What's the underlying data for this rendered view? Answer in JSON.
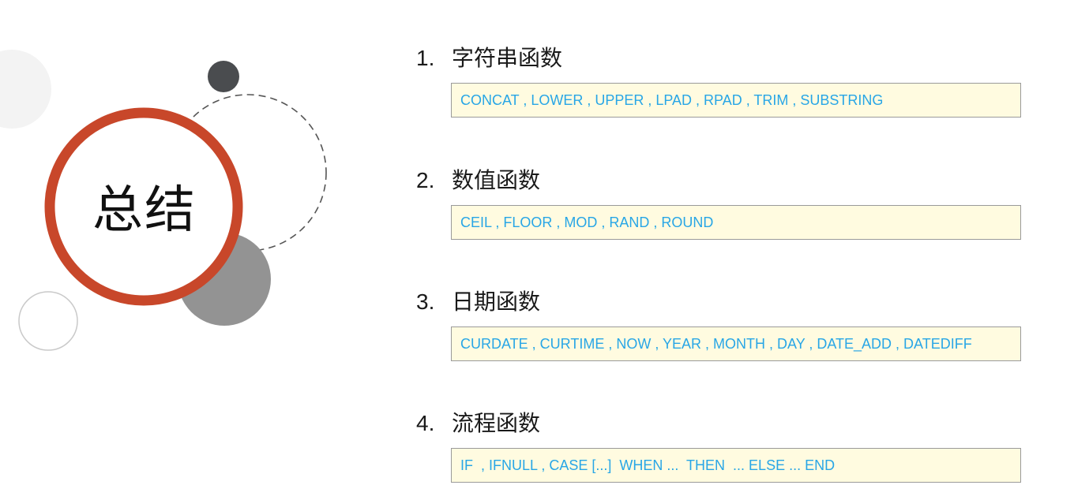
{
  "title": "总结",
  "sections": [
    {
      "number": "1.",
      "heading": "字符串函数",
      "functions": "CONCAT , LOWER , UPPER , LPAD , RPAD , TRIM , SUBSTRING"
    },
    {
      "number": "2.",
      "heading": "数值函数",
      "functions": "CEIL , FLOOR , MOD , RAND , ROUND"
    },
    {
      "number": "3.",
      "heading": "日期函数",
      "functions": "CURDATE , CURTIME , NOW , YEAR , MONTH , DAY , DATE_ADD , DATEDIFF"
    },
    {
      "number": "4.",
      "heading": "流程函数",
      "functions": "IF  , IFNULL , CASE [...]  WHEN ...  THEN  ... ELSE ... END"
    }
  ],
  "colors": {
    "ring": "#c8472a",
    "box_background": "#fffbe0",
    "function_text": "#28a6e6"
  }
}
